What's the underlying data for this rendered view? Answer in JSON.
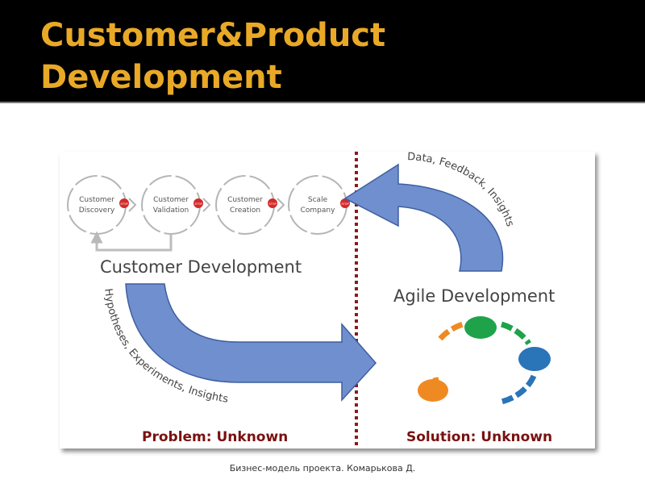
{
  "slide": {
    "title_line1": "Customer&Product",
    "title_line2": "Development",
    "footer": "Бизнес-модель проекта. Комарькова Д."
  },
  "diagram": {
    "steps": [
      {
        "line1": "Customer",
        "line2": "Discovery"
      },
      {
        "line1": "Customer",
        "line2": "Validation"
      },
      {
        "line1": "Customer",
        "line2": "Creation"
      },
      {
        "line1": "Scale",
        "line2": "Company"
      }
    ],
    "stop_label": "STOP",
    "customer_development_label": "Customer Development",
    "agile_development_label": "Agile Development",
    "feedback_arrow_label": "Data, Feedback, Insights",
    "hypotheses_arrow_label": "Hypotheses, Experiments, Insights",
    "problem_label": "Problem: Unknown",
    "solution_label": "Solution: Unknown"
  },
  "colors": {
    "header_bg": "#000000",
    "title": "#e9a927",
    "arrow_fill": "#6f8fcf",
    "arrow_stroke": "#3f5f9f",
    "divider": "#8b1a1a",
    "bottom_labels": "#7a1010",
    "cycle_green": "#1ea34a",
    "cycle_orange": "#ef8a22",
    "cycle_blue": "#2a74b8"
  }
}
